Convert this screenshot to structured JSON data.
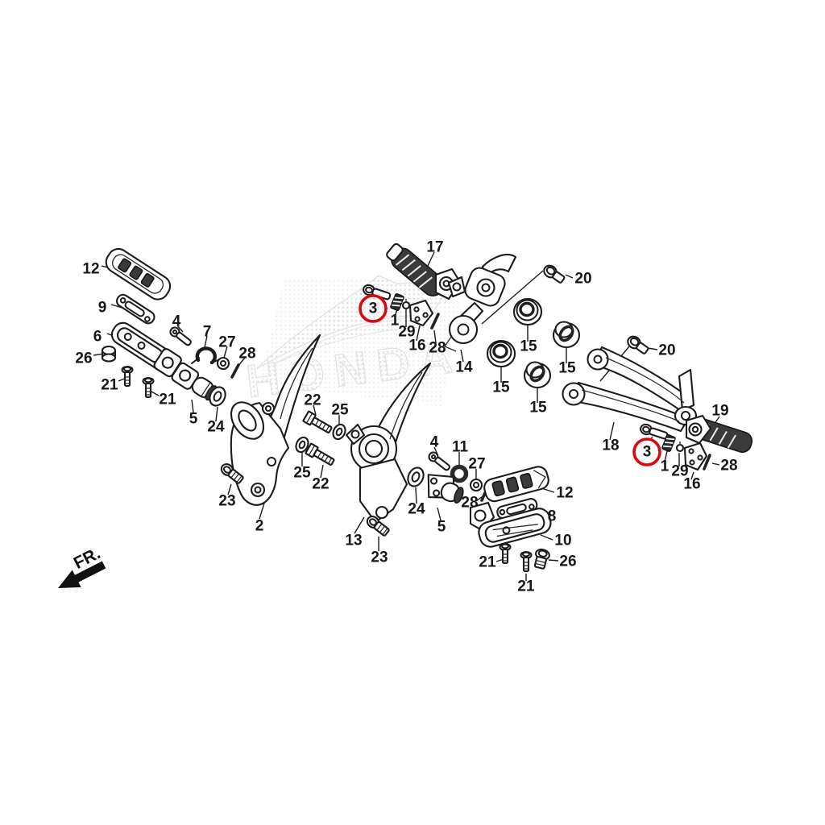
{
  "diagram": {
    "kind": "exploded-parts-diagram",
    "subject": "motorcycle footrest / step assembly",
    "watermark_text": "HONDA",
    "fr_label": "FR.",
    "colors": {
      "background": "#ffffff",
      "line": "#1c1c1c",
      "highlight_red": "#d9090d",
      "watermark_gray": "#c9c9c9"
    }
  },
  "callouts": [
    {
      "text": "12",
      "circled": false
    },
    {
      "text": "9",
      "circled": false
    },
    {
      "text": "6",
      "circled": false
    },
    {
      "text": "26",
      "circled": false
    },
    {
      "text": "21",
      "circled": false
    },
    {
      "text": "21",
      "circled": false
    },
    {
      "text": "4",
      "circled": false
    },
    {
      "text": "7",
      "circled": false
    },
    {
      "text": "27",
      "circled": false
    },
    {
      "text": "28",
      "circled": false
    },
    {
      "text": "5",
      "circled": false
    },
    {
      "text": "24",
      "circled": false
    },
    {
      "text": "23",
      "circled": false
    },
    {
      "text": "2",
      "circled": false
    },
    {
      "text": "22",
      "circled": false
    },
    {
      "text": "25",
      "circled": false
    },
    {
      "text": "25",
      "circled": false
    },
    {
      "text": "22",
      "circled": false
    },
    {
      "text": "13",
      "circled": false
    },
    {
      "text": "23",
      "circled": false
    },
    {
      "text": "17",
      "circled": false
    },
    {
      "text": "3",
      "circled": true
    },
    {
      "text": "1",
      "circled": false
    },
    {
      "text": "29",
      "circled": false
    },
    {
      "text": "16",
      "circled": false
    },
    {
      "text": "28",
      "circled": false
    },
    {
      "text": "14",
      "circled": false
    },
    {
      "text": "20",
      "circled": false
    },
    {
      "text": "15",
      "circled": false
    },
    {
      "text": "15",
      "circled": false
    },
    {
      "text": "15",
      "circled": false
    },
    {
      "text": "15",
      "circled": false
    },
    {
      "text": "20",
      "circled": false
    },
    {
      "text": "18",
      "circled": false
    },
    {
      "text": "19",
      "circled": false
    },
    {
      "text": "3",
      "circled": true
    },
    {
      "text": "1",
      "circled": false
    },
    {
      "text": "29",
      "circled": false
    },
    {
      "text": "16",
      "circled": false
    },
    {
      "text": "28",
      "circled": false
    },
    {
      "text": "4",
      "circled": false
    },
    {
      "text": "11",
      "circled": false
    },
    {
      "text": "27",
      "circled": false
    },
    {
      "text": "24",
      "circled": false
    },
    {
      "text": "5",
      "circled": false
    },
    {
      "text": "28",
      "circled": false
    },
    {
      "text": "12",
      "circled": false
    },
    {
      "text": "8",
      "circled": false
    },
    {
      "text": "10",
      "circled": false
    },
    {
      "text": "21",
      "circled": false
    },
    {
      "text": "26",
      "circled": false
    },
    {
      "text": "21",
      "circled": false
    }
  ]
}
